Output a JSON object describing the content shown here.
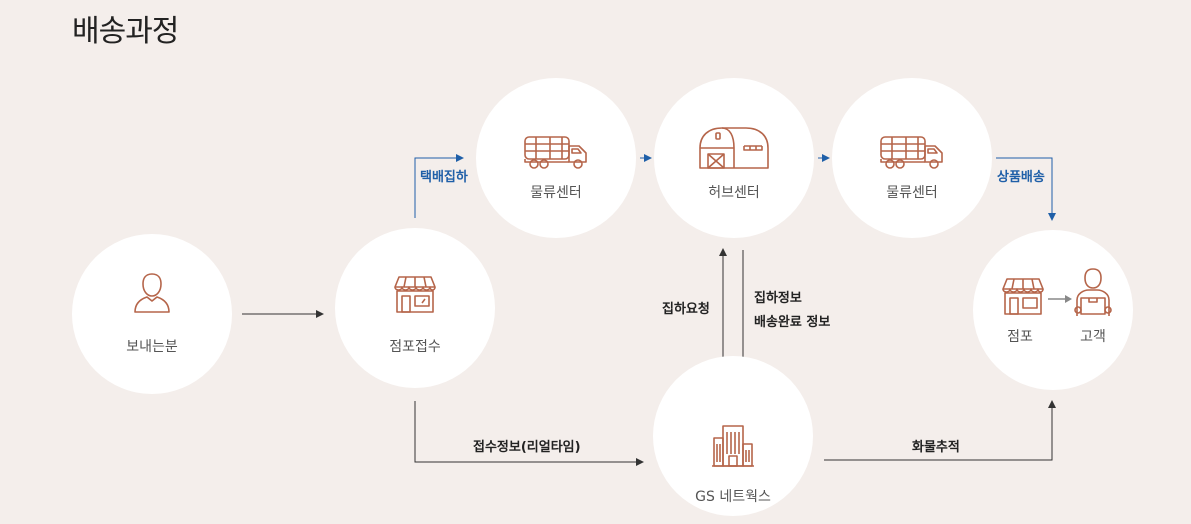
{
  "title": "배송과정",
  "nodes": {
    "sender": "보내는분",
    "store_receipt": "점포접수",
    "logistics1": "물류센터",
    "hub": "허브센터",
    "logistics2": "물류센터",
    "store": "점포",
    "customer": "고객",
    "gs": "GS 네트웍스"
  },
  "edges": {
    "pickup": "택배집하",
    "delivery": "상품배송",
    "pickup_request": "집하요청",
    "pickup_info_1": "집하정보",
    "pickup_info_2": "배송완료 정보",
    "receipt_info": "접수정보(리얼타임)",
    "tracking": "화물추적"
  },
  "colors": {
    "icon": "#b5654a",
    "blue_line": "#1f5fa8",
    "dark_line": "#333333",
    "background": "#f4eeeb"
  }
}
